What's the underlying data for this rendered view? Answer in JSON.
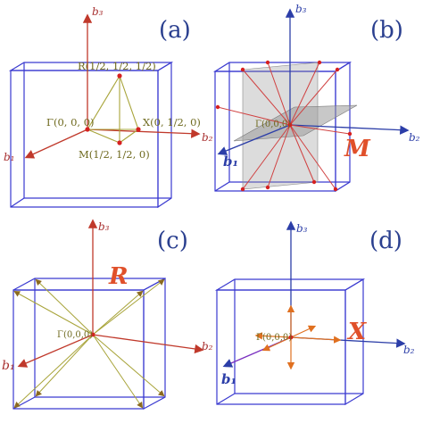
{
  "panels": {
    "a": {
      "label": "(a)",
      "b1": "b₁",
      "b2": "b₂",
      "b3": "b₃",
      "points": {
        "R": "R(1/2, 1/2, 1/2)",
        "G": "Γ(0, 0, 0)",
        "X": "X(0, 1/2, 0)",
        "M": "M(1/2, 1/2, 0)"
      }
    },
    "b": {
      "label": "(b)",
      "b1": "b₁",
      "b2": "b₂",
      "b3": "b₃",
      "origin": "Γ(0,0,0)",
      "sym": "M"
    },
    "c": {
      "label": "(c)",
      "b1": "b₁",
      "b2": "b₂",
      "b3": "b₃",
      "origin": "Γ(0,0,0)",
      "sym": "R"
    },
    "d": {
      "label": "(d)",
      "b1": "b₁",
      "b2": "b₂",
      "b3": "b₃",
      "origin": "Γ(0,0,0)",
      "sym": "X"
    }
  },
  "colors": {
    "cube": "#3a3ad0",
    "axis_red": "#c0392b",
    "axis_blue": "#2c3ea8",
    "point_red": "#d62020",
    "path_olive": "#a8a43a",
    "sym_orange": "#e0502a"
  }
}
